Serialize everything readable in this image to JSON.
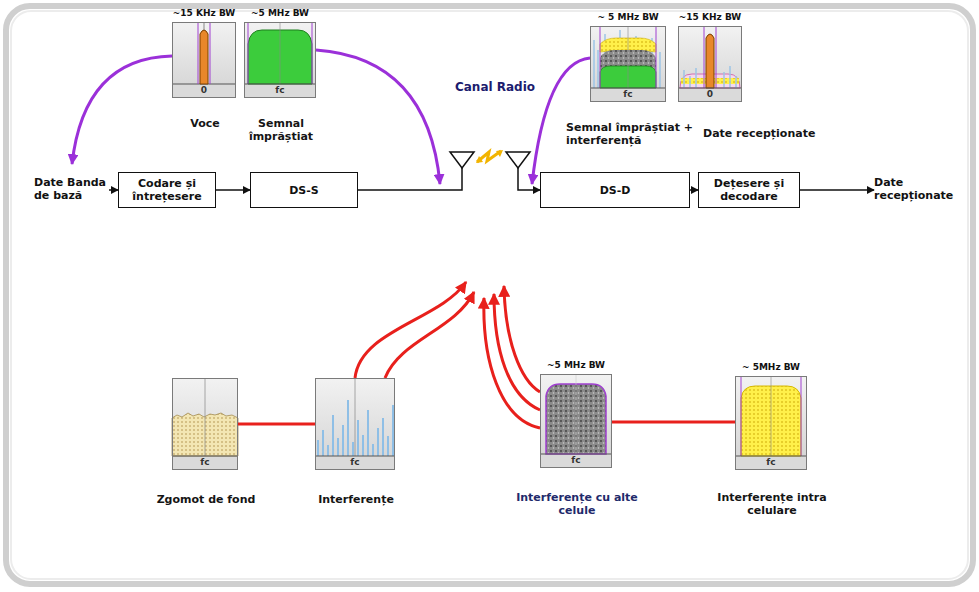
{
  "diagram": {
    "nodes": [
      {
        "text": [
          "~15 KHz BW",
          "Voce"
        ]
      },
      {
        "text": [
          "~5 MHz BW",
          "Semnal împrăștiat"
        ]
      },
      {
        "text": [
          "~ 5 MHz BW",
          "Semnal împrăștiat + interferență"
        ]
      },
      {
        "text": [
          "~15 KHz BW",
          "Date recepționate"
        ]
      },
      {
        "text": [
          "Codare și întrețesere"
        ]
      },
      {
        "text": [
          "DS-S"
        ]
      },
      {
        "text": [
          "DS-D"
        ]
      },
      {
        "text": [
          "Dețesere și decodare"
        ]
      },
      {
        "text": [
          "Zgomot de fond"
        ]
      },
      {
        "text": [
          "Interferențe"
        ]
      },
      {
        "text": [
          "~5 MHz BW",
          "Interferențe cu alte celule"
        ]
      },
      {
        "text": [
          "~ 5MHz BW",
          "Interferențe intra celulare"
        ]
      }
    ],
    "edges": [
      {
        "from": 4,
        "to": 5,
        "arrow": "to"
      },
      {
        "from": 6,
        "to": 7,
        "arrow": "to"
      },
      {
        "from": 8,
        "to": 9,
        "arrow": "none"
      },
      {
        "from": 11,
        "to": 10,
        "arrow": "none"
      }
    ],
    "labels": [
      "0",
      "fc",
      "Canal Radio",
      "fc",
      "0",
      "Date Banda de bază",
      "Date recepționate",
      "fc",
      "fc",
      "fc",
      "fc"
    ]
  }
}
